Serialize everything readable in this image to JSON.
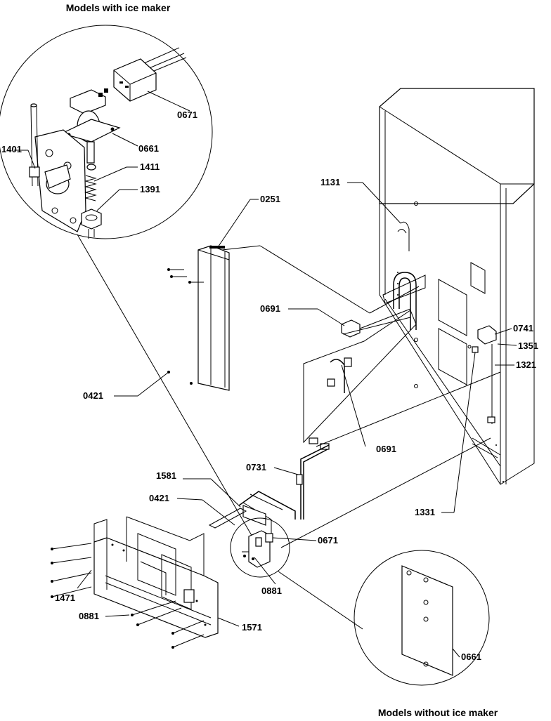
{
  "captions": {
    "with_ice_maker": "Models with ice maker",
    "without_ice_maker": "Models without ice maker"
  },
  "labels": {
    "l0671_top": "0671",
    "l0661_top": "0661",
    "l1401": "1401",
    "l1411": "1411",
    "l1391": "1391",
    "l1131": "1131",
    "l0251": "0251",
    "l0691_a": "0691",
    "l0741": "0741",
    "l1351": "1351",
    "l1321": "1321",
    "l0421_a": "0421",
    "l0691_b": "0691",
    "l0731": "0731",
    "l1581": "1581",
    "l0421_b": "0421",
    "l1331": "1331",
    "l0671_bot": "0671",
    "l1471": "1471",
    "l0881_a": "0881",
    "l0881_b": "0881",
    "l1571": "1571",
    "l0661_bot": "0661"
  }
}
